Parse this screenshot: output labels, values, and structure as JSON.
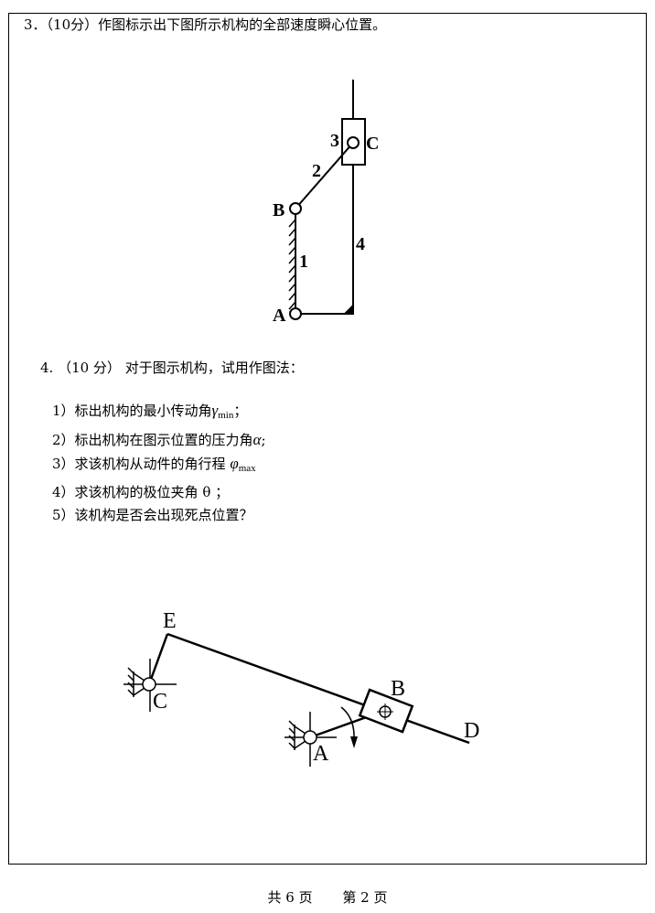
{
  "q3": {
    "text": "3．（10分）作图标示出下图所示机构的全部速度瞬心位置。"
  },
  "fig1": {
    "labels": {
      "A": "A",
      "B": "B",
      "C": "C",
      "n1": "1",
      "n2": "2",
      "n3": "3",
      "n4": "4"
    }
  },
  "q4": {
    "text": "4. （10 分） 对于图示机构，试用作图法：",
    "items": [
      {
        "prefix": "1）标出机构的最小传动角",
        "symbol": "γ",
        "sub": "min",
        "suffix": "；"
      },
      {
        "prefix": "2）标出机构在图示位置的压力角",
        "symbol": "α",
        "sub": "",
        "suffix": ";"
      },
      {
        "prefix": "3）求该机构从动件的角行程 ",
        "symbol": "φ",
        "sub": "max",
        "suffix": ""
      },
      {
        "prefix": "4）求该机构的极位夹角 θ ；",
        "symbol": "",
        "sub": "",
        "suffix": ""
      },
      {
        "prefix": "5）该机构是否会出现死点位置？",
        "symbol": "",
        "sub": "",
        "suffix": ""
      }
    ]
  },
  "fig2": {
    "labels": {
      "A": "A",
      "B": "B",
      "C": "C",
      "D": "D",
      "E": "E"
    }
  },
  "footer": {
    "total": "共 6 页",
    "current": "第 2 页"
  }
}
